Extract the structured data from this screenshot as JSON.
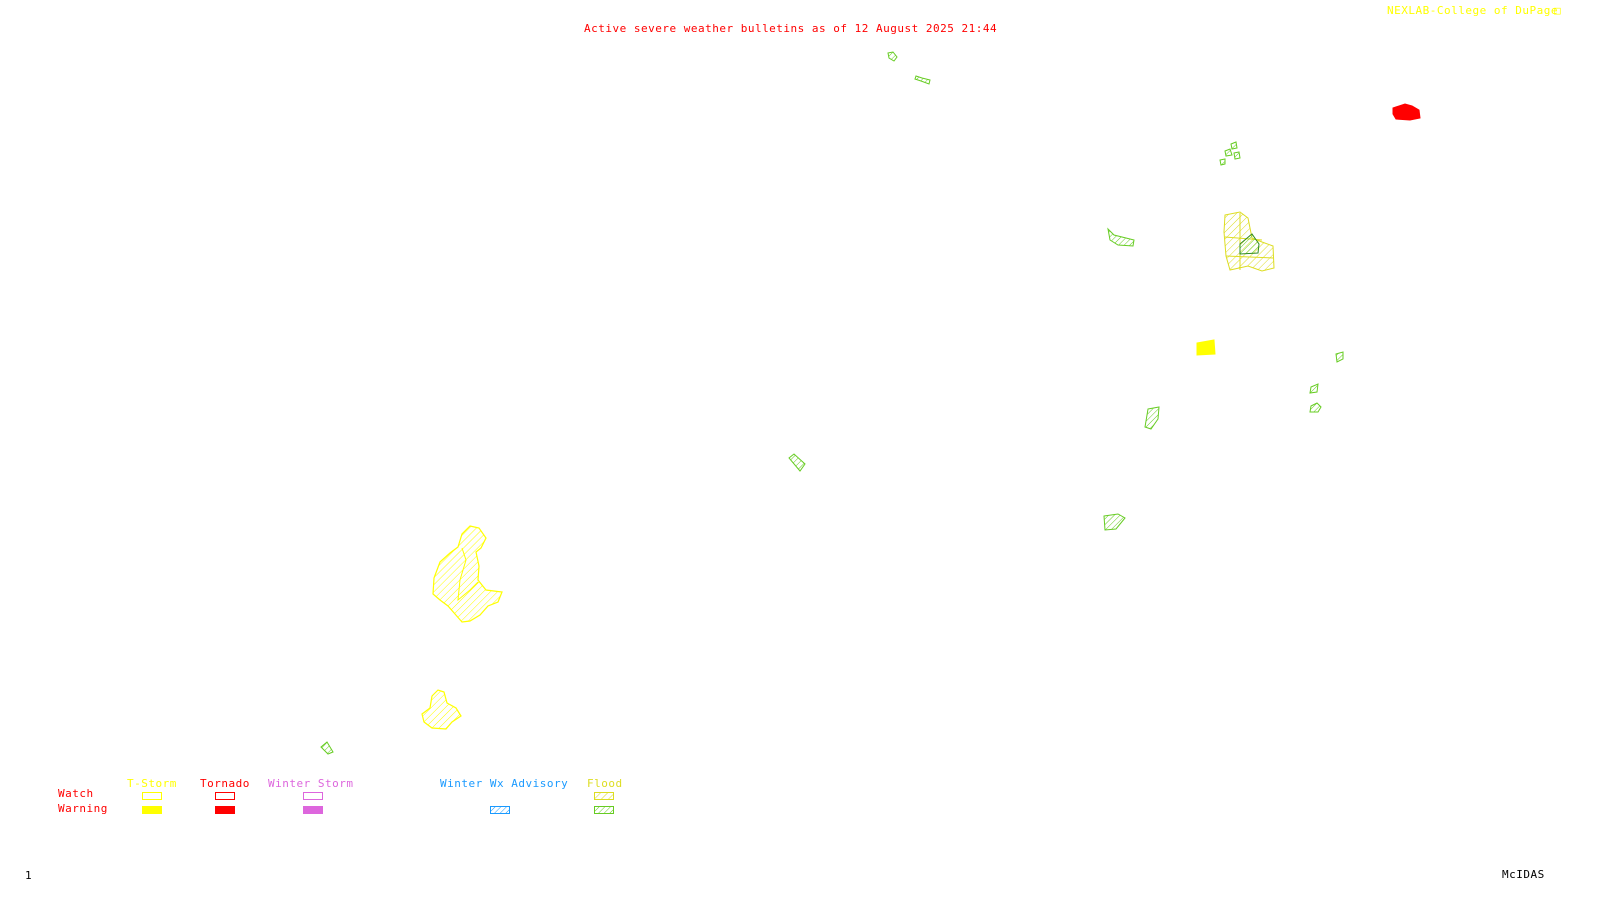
{
  "title": "Active severe weather bulletins as of 12 August 2025 21:44",
  "credit": "NEXLAB-College of DuPage",
  "footer_left": "1",
  "footer_right": "McIDAS",
  "colors": {
    "title": "#ff0000",
    "credit": "#ffff00",
    "tstorm": "#ffff00",
    "tornado": "#ff0000",
    "winter_storm": "#dd66dd",
    "winter_advisory": "#1a9aff",
    "flood": "#77dd22",
    "flood_watch": "#dddd22"
  },
  "legend": {
    "row_watch": "Watch",
    "row_warning": "Warning",
    "tstorm": "T-Storm",
    "tornado": "Tornado",
    "winter_storm": "Winter Storm",
    "winter_advisory": "Winter Wx Advisory",
    "flood": "Flood"
  }
}
